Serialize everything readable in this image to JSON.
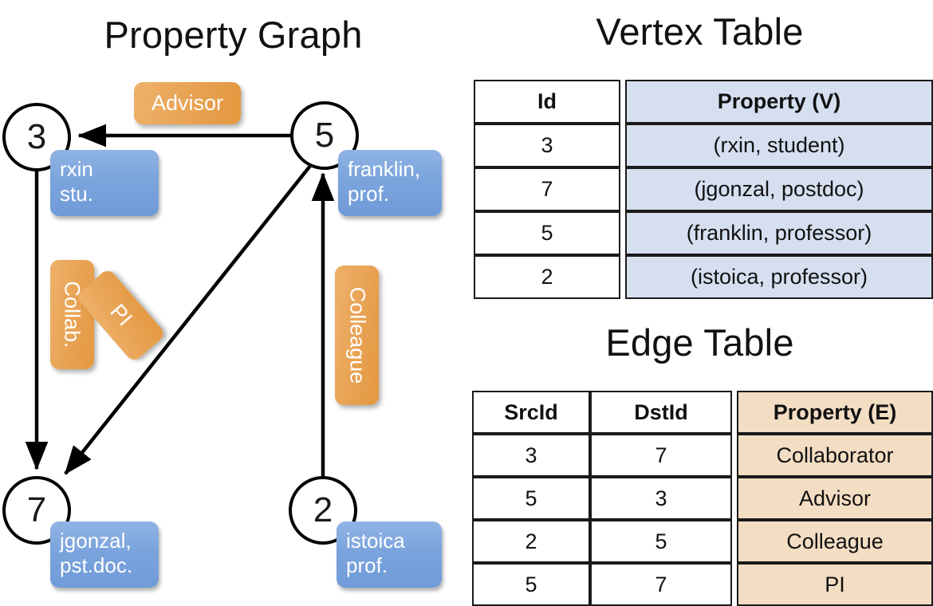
{
  "titles": {
    "property_graph": "Property Graph",
    "vertex_table": "Vertex Table",
    "edge_table": "Edge Table"
  },
  "colors": {
    "vertex_property_fill": "#d5dff0",
    "edge_property_fill": "#f3ddc3",
    "vertex_box_blue": "#7ba4dd",
    "edge_label_orange": "#e8a253",
    "stroke": "#1a1a1a",
    "background": "#ffffff"
  },
  "graph": {
    "nodes": [
      {
        "id": "3",
        "label": "3",
        "property_lines": [
          "rxin",
          "stu."
        ]
      },
      {
        "id": "5",
        "label": "5",
        "property_lines": [
          "franklin,",
          "prof."
        ]
      },
      {
        "id": "7",
        "label": "7",
        "property_lines": [
          "jgonzal,",
          "pst.doc."
        ]
      },
      {
        "id": "2",
        "label": "2",
        "property_lines": [
          "istoica",
          "prof."
        ]
      }
    ],
    "edges": [
      {
        "src": "5",
        "dst": "3",
        "label": "Advisor"
      },
      {
        "src": "3",
        "dst": "7",
        "label": "Collab."
      },
      {
        "src": "5",
        "dst": "7",
        "label": "PI"
      },
      {
        "src": "2",
        "dst": "5",
        "label": "Colleague"
      }
    ]
  },
  "vertex_table": {
    "headers": [
      "Id",
      "Property (V)"
    ],
    "rows": [
      {
        "id": "3",
        "property": "(rxin, student)"
      },
      {
        "id": "7",
        "property": "(jgonzal, postdoc)"
      },
      {
        "id": "5",
        "property": "(franklin, professor)"
      },
      {
        "id": "2",
        "property": "(istoica, professor)"
      }
    ]
  },
  "edge_table": {
    "headers": [
      "SrcId",
      "DstId",
      "Property (E)"
    ],
    "rows": [
      {
        "src": "3",
        "dst": "7",
        "property": "Collaborator"
      },
      {
        "src": "5",
        "dst": "3",
        "property": "Advisor"
      },
      {
        "src": "2",
        "dst": "5",
        "property": "Colleague"
      },
      {
        "src": "5",
        "dst": "7",
        "property": "PI"
      }
    ]
  }
}
